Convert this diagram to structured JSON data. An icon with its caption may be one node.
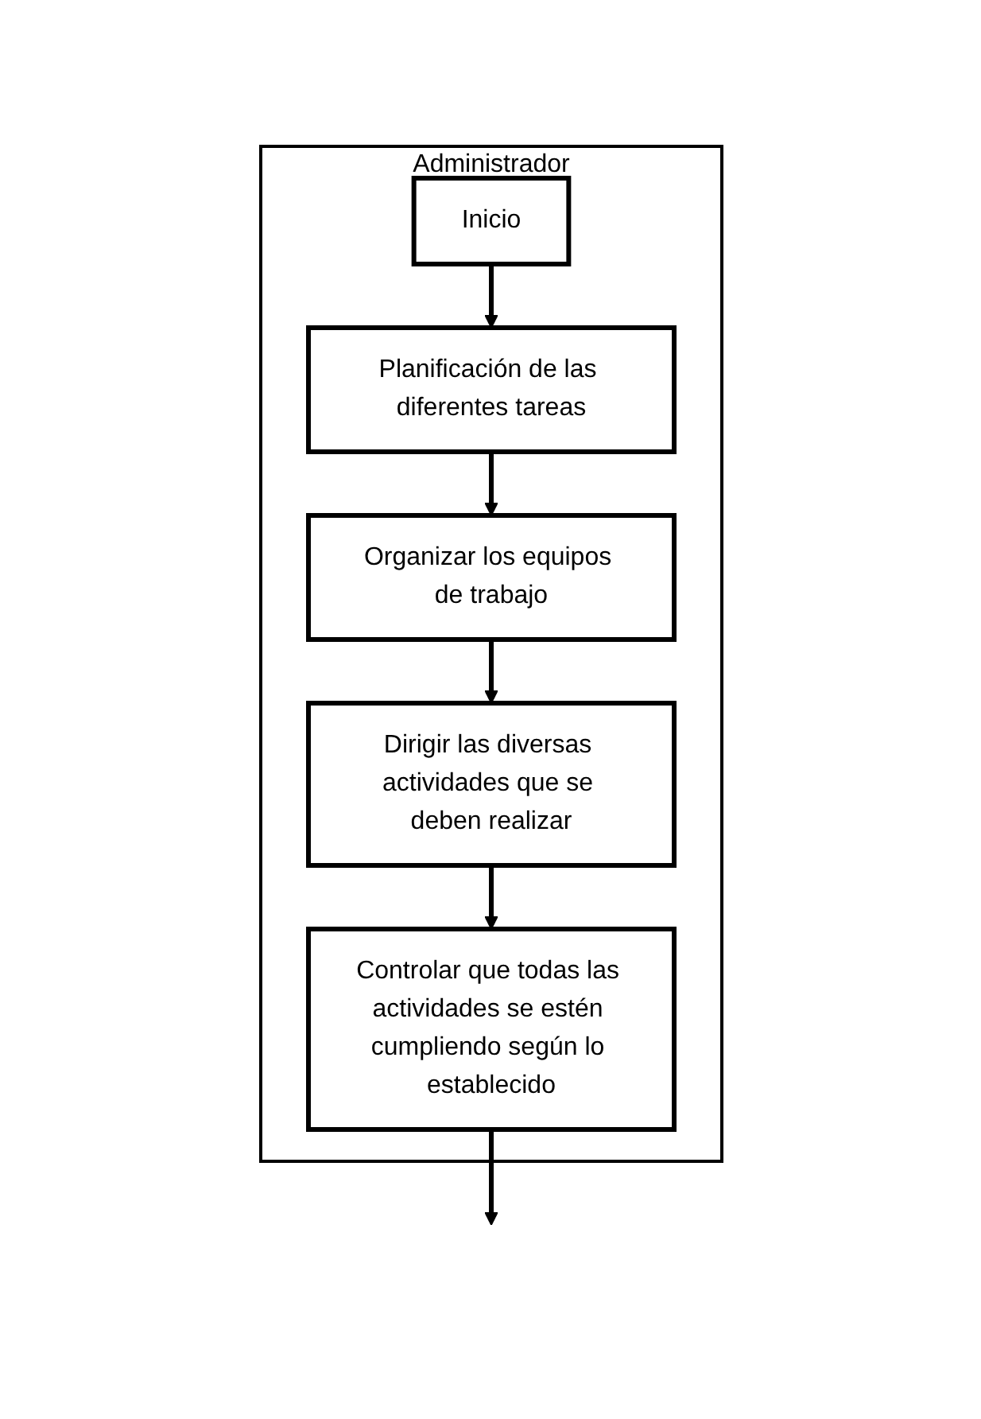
{
  "diagram": {
    "nodes": [
      {
        "text": [
          "Administrador"
        ]
      },
      {
        "text": [
          "Inicio"
        ],
        "in": 0
      },
      {
        "text": [
          "Planificación de las diferentes tareas"
        ],
        "in": 0
      },
      {
        "text": [
          "Organizar los equipos de trabajo"
        ],
        "in": 0
      },
      {
        "text": [
          "Dirigir las diversas actividades que se deben realizar"
        ],
        "in": 0
      },
      {
        "text": [
          "Controlar que todas las actividades se estén cumpliendo según lo establecido"
        ],
        "in": 0
      }
    ],
    "edges": [
      {
        "from": 1,
        "to": 2,
        "arrow": "to"
      },
      {
        "from": 2,
        "to": 3,
        "arrow": "to"
      },
      {
        "from": 3,
        "to": 4,
        "arrow": "to"
      },
      {
        "from": 4,
        "to": 5,
        "arrow": "to"
      },
      {
        "from": 5,
        "to": null,
        "arrow": "to"
      }
    ]
  }
}
